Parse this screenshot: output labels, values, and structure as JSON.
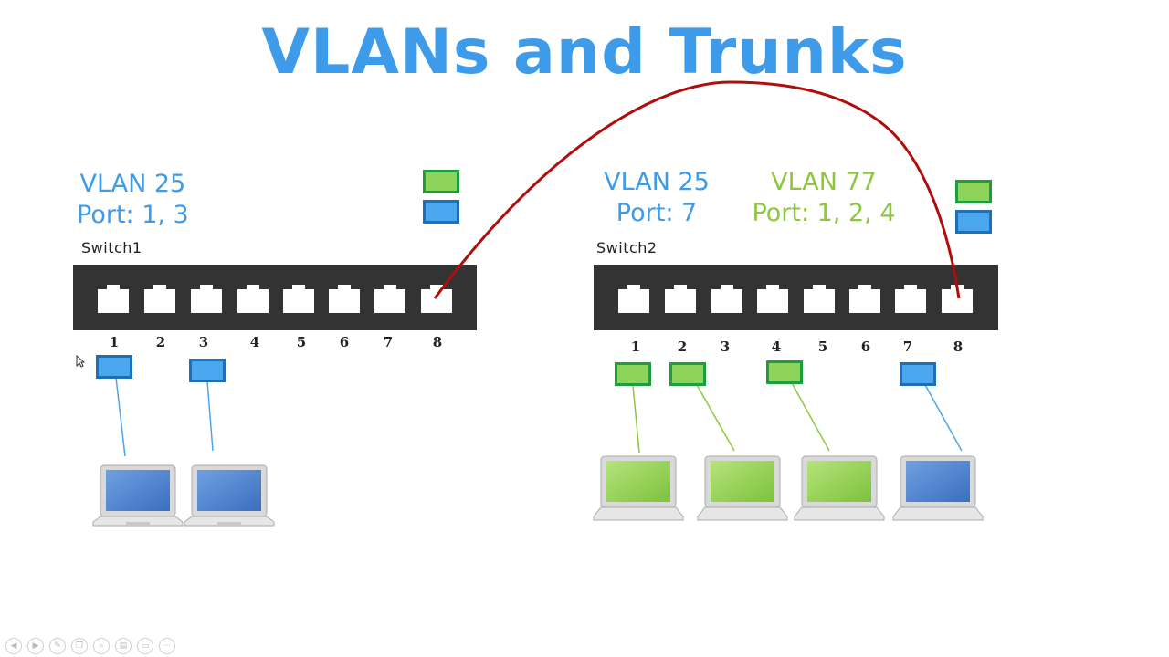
{
  "title": "VLANs and Trunks",
  "switch1": {
    "name": "Switch1",
    "vlan_label": "VLAN 25",
    "ports_label": "Port: 1, 3",
    "port_numbers": [
      "1",
      "2",
      "3",
      "4",
      "5",
      "6",
      "7",
      "8"
    ]
  },
  "switch2": {
    "name": "Switch2",
    "vlan25_label": "VLAN 25",
    "vlan25_ports": "Port: 7",
    "vlan77_label": "VLAN 77",
    "vlan77_ports": "Port: 1, 2, 4",
    "port_numbers": [
      "1",
      "2",
      "3",
      "4",
      "5",
      "6",
      "7",
      "8"
    ]
  },
  "colors": {
    "title": "#3d9be9",
    "vlan25": "#3d9be9",
    "vlan77": "#8dc63f",
    "switch_body": "#333333",
    "trunk_link": "#b00d0d"
  },
  "toolbar_icons": [
    "prev-icon",
    "play-icon",
    "pen-icon",
    "copy-icon",
    "zoom-icon",
    "slides-icon",
    "screen-icon",
    "more-icon"
  ]
}
